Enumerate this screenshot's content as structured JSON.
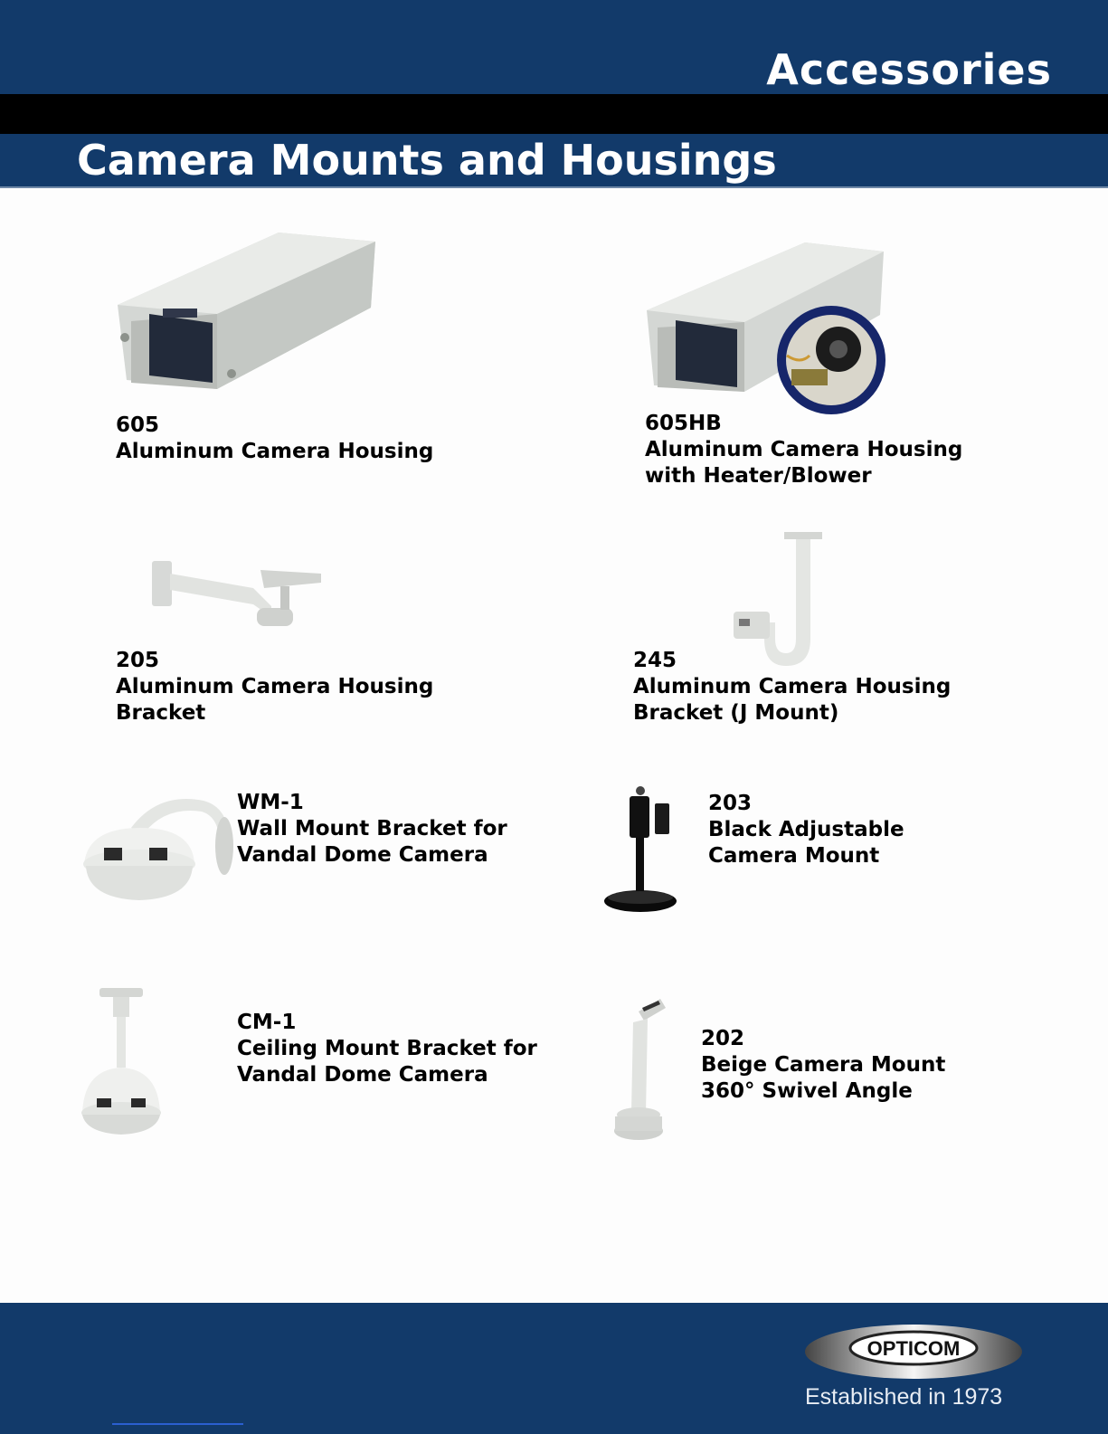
{
  "header": {
    "section": "Accessories",
    "title": "Camera Mounts and Housings"
  },
  "products": [
    {
      "model": "605",
      "lines": [
        "Aluminum Camera Housing"
      ],
      "image": "camera-housing"
    },
    {
      "model": "605HB",
      "lines": [
        "Aluminum Camera Housing",
        "with Heater/Blower"
      ],
      "image": "camera-housing-with-blower-inset"
    },
    {
      "model": "205",
      "lines": [
        "Aluminum Camera Housing",
        "Bracket"
      ],
      "image": "wall-bracket"
    },
    {
      "model": "245",
      "lines": [
        "Aluminum Camera Housing",
        "Bracket (J Mount)"
      ],
      "image": "j-mount-bracket"
    },
    {
      "model": "WM-1",
      "lines": [
        "Wall Mount Bracket for",
        "Vandal Dome Camera"
      ],
      "image": "dome-wall-mount"
    },
    {
      "model": "203",
      "lines": [
        "Black Adjustable",
        "Camera Mount"
      ],
      "image": "black-camera-stand"
    },
    {
      "model": "CM-1",
      "lines": [
        "Ceiling Mount Bracket for",
        "Vandal Dome Camera"
      ],
      "image": "dome-ceiling-mount"
    },
    {
      "model": "202",
      "lines": [
        "Beige Camera Mount",
        "360° Swivel Angle"
      ],
      "image": "beige-swivel-mount"
    }
  ],
  "footer": {
    "logo": "OPTICOM",
    "tagline": "Established in 1973"
  },
  "colors": {
    "band": "#123a6a",
    "black_band": "#000000",
    "text": "#000000",
    "title_text": "#ffffff"
  }
}
